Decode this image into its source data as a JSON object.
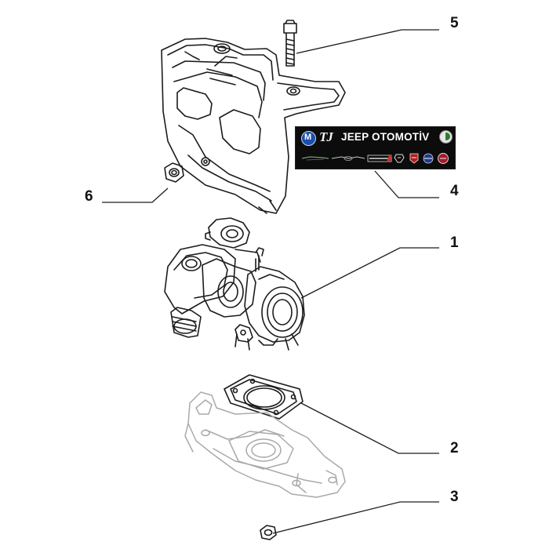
{
  "diagram": {
    "callouts": [
      "5",
      "6",
      "4",
      "1",
      "2",
      "3"
    ],
    "banner": {
      "text": "JEEP OTOMOTİV",
      "logos": [
        "mopar-logo",
        "tj-logo",
        "alfa-romeo-logo",
        "maserati-logo",
        "chrysler-logo",
        "dodge-logo",
        "ram-logo",
        "abarth-logo",
        "lancia-logo",
        "fiat-logo"
      ]
    }
  }
}
